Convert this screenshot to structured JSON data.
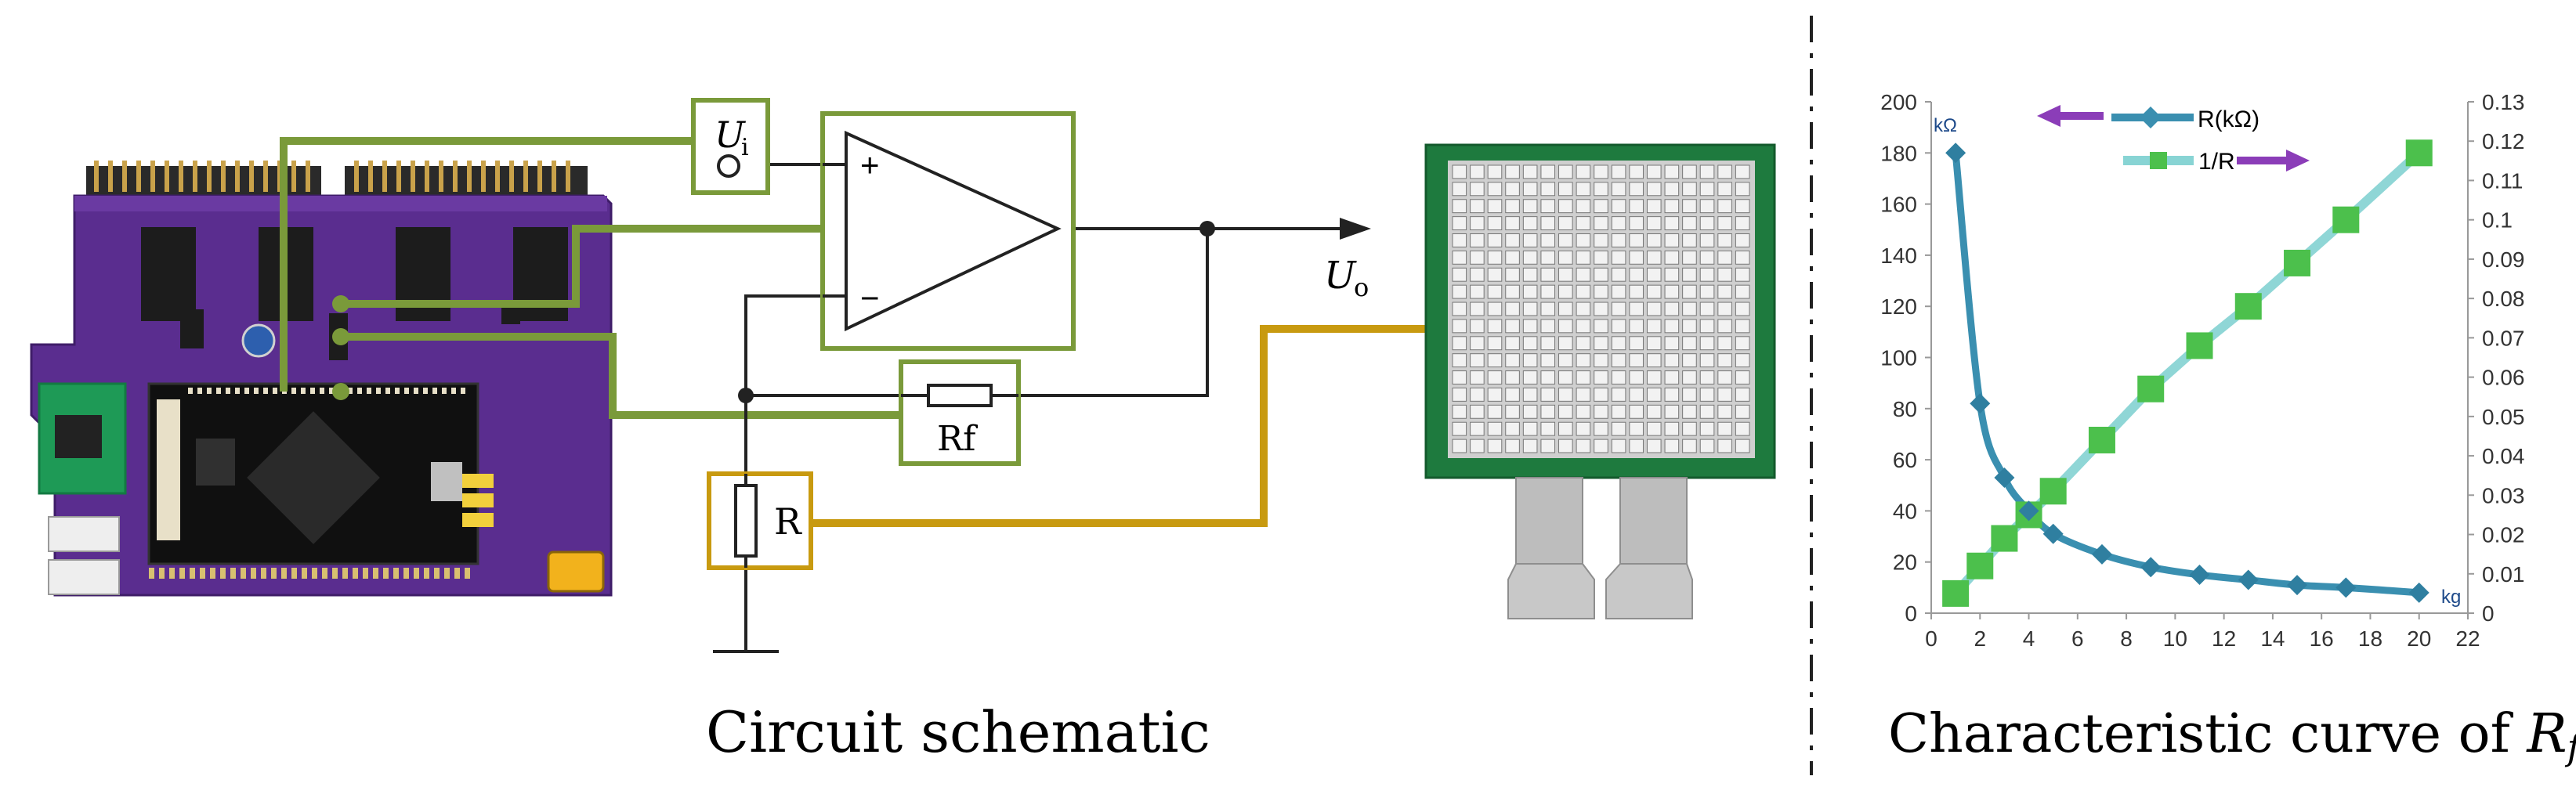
{
  "schematic": {
    "input_label_main": "U",
    "input_label_sub": "i",
    "output_label_main": "U",
    "output_label_sub": "o",
    "feedback_resistor_label": "Rf",
    "ground_resistor_label": "R",
    "plus_sign": "+",
    "minus_sign": "−",
    "caption": "Circuit schematic"
  },
  "chart_caption": {
    "prefix": "Characteristic curve of ",
    "symbol": "R",
    "symbol_sub": "f"
  },
  "colors": {
    "wire_green": "#7a9a3a",
    "wire_gold": "#c89a10",
    "board_purple": "#5a2d8f",
    "sensor_green": "#1e7a3e",
    "series_r": "#3a8fb0",
    "series_inv": "#66c4c4",
    "marker_green": "#4cc04c",
    "arrow_purple": "#8b3db8"
  },
  "chart_data": {
    "type": "line",
    "unit_left": "kΩ",
    "unit_x": "kg",
    "legend": [
      {
        "label": "R(kΩ)"
      },
      {
        "label": "1/R"
      }
    ],
    "x_ticks": [
      "0",
      "2",
      "4",
      "6",
      "8",
      "10",
      "12",
      "14",
      "16",
      "18",
      "20",
      "22"
    ],
    "y_left_ticks": [
      "0",
      "20",
      "40",
      "60",
      "80",
      "100",
      "120",
      "140",
      "160",
      "180",
      "200"
    ],
    "y_right_ticks": [
      "0",
      "0.01",
      "0.02",
      "0.03",
      "0.04",
      "0.05",
      "0.06",
      "0.07",
      "0.08",
      "0.09",
      "0.1",
      "0.11",
      "0.12",
      "0.13"
    ],
    "xlim": [
      0,
      22
    ],
    "ylim_left": [
      0,
      200
    ],
    "ylim_right": [
      0,
      0.13
    ],
    "series": [
      {
        "name": "R(kΩ)",
        "axis": "left",
        "x": [
          1,
          2,
          3,
          4,
          5,
          7,
          9,
          11,
          13,
          15,
          17,
          20
        ],
        "values": [
          180,
          82,
          53,
          40,
          31,
          23,
          18,
          15,
          13,
          11,
          10,
          8
        ]
      },
      {
        "name": "1/R",
        "axis": "right",
        "x": [
          1,
          2,
          3,
          4,
          5,
          7,
          9,
          11,
          13,
          15,
          17,
          20
        ],
        "values": [
          0.005,
          0.012,
          0.019,
          0.025,
          0.031,
          0.044,
          0.057,
          0.068,
          0.078,
          0.089,
          0.1,
          0.117
        ]
      }
    ]
  }
}
